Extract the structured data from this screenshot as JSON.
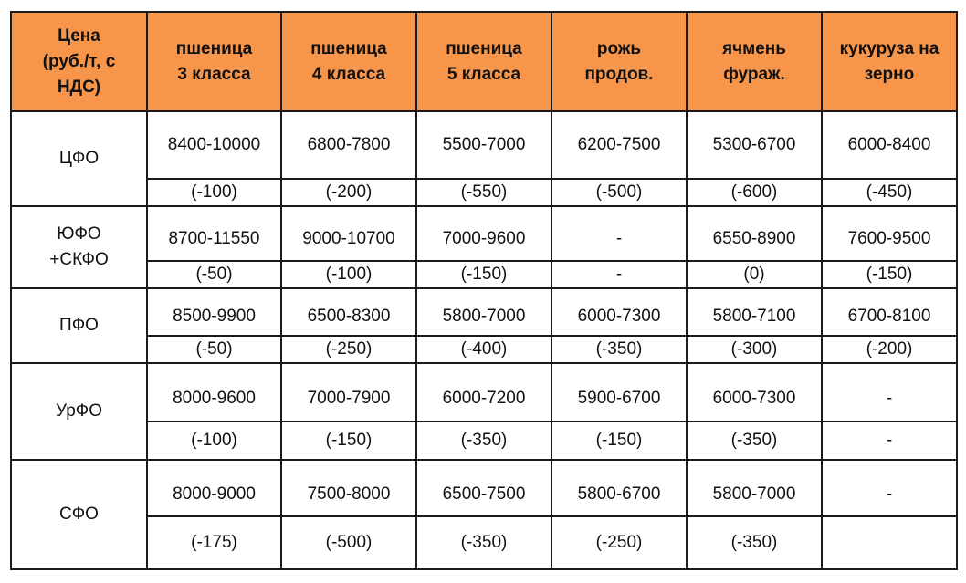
{
  "header": {
    "corner_lines": [
      "Цена",
      "(руб./т, с",
      "НДС)"
    ],
    "columns": [
      {
        "line1": "пшеница",
        "line2": "3 класса"
      },
      {
        "line1": "пшеница",
        "line2": "4 класса"
      },
      {
        "line1": "пшеница",
        "line2": "5 класса"
      },
      {
        "line1": "рожь",
        "line2": "продов."
      },
      {
        "line1": "ячмень",
        "line2": "фураж."
      },
      {
        "line1": "кукуруза на",
        "line2": "зерно"
      }
    ]
  },
  "rows": [
    {
      "region_lines": [
        "ЦФО"
      ],
      "prices": [
        "8400-10000",
        "6800-7800",
        "5500-7000",
        "6200-7500",
        "5300-6700",
        "6000-8400"
      ],
      "changes": [
        "(-100)",
        "(-200)",
        "(-550)",
        "(-500)",
        "(-600)",
        "(-450)"
      ]
    },
    {
      "region_lines": [
        "ЮФО",
        "+СКФО"
      ],
      "prices": [
        "8700-11550",
        "9000-10700",
        "7000-9600",
        "-",
        "6550-8900",
        "7600-9500"
      ],
      "changes": [
        "(-50)",
        "(-100)",
        "(-150)",
        "-",
        "(0)",
        "(-150)"
      ]
    },
    {
      "region_lines": [
        "ПФО"
      ],
      "prices": [
        "8500-9900",
        "6500-8300",
        "5800-7000",
        "6000-7300",
        "5800-7100",
        "6700-8100"
      ],
      "changes": [
        "(-50)",
        "(-250)",
        "(-400)",
        "(-350)",
        "(-300)",
        "(-200)"
      ]
    },
    {
      "region_lines": [
        "УрФО"
      ],
      "prices": [
        "8000-9600",
        "7000-7900",
        "6000-7200",
        "5900-6700",
        "6000-7300",
        "-"
      ],
      "changes": [
        "(-100)",
        "(-150)",
        "(-350)",
        "(-150)",
        "(-350)",
        "-"
      ]
    },
    {
      "region_lines": [
        "СФО"
      ],
      "prices": [
        "8000-9000",
        "7500-8000",
        "6500-7500",
        "5800-6700",
        "5800-7000",
        "-"
      ],
      "changes": [
        "(-175)",
        "(-500)",
        "(-350)",
        "(-250)",
        "(-350)",
        ""
      ]
    }
  ],
  "colors": {
    "header_bg": "#f7964a",
    "header_text": "#ffffff",
    "border": "#1a1a1a",
    "text": "#111111"
  }
}
